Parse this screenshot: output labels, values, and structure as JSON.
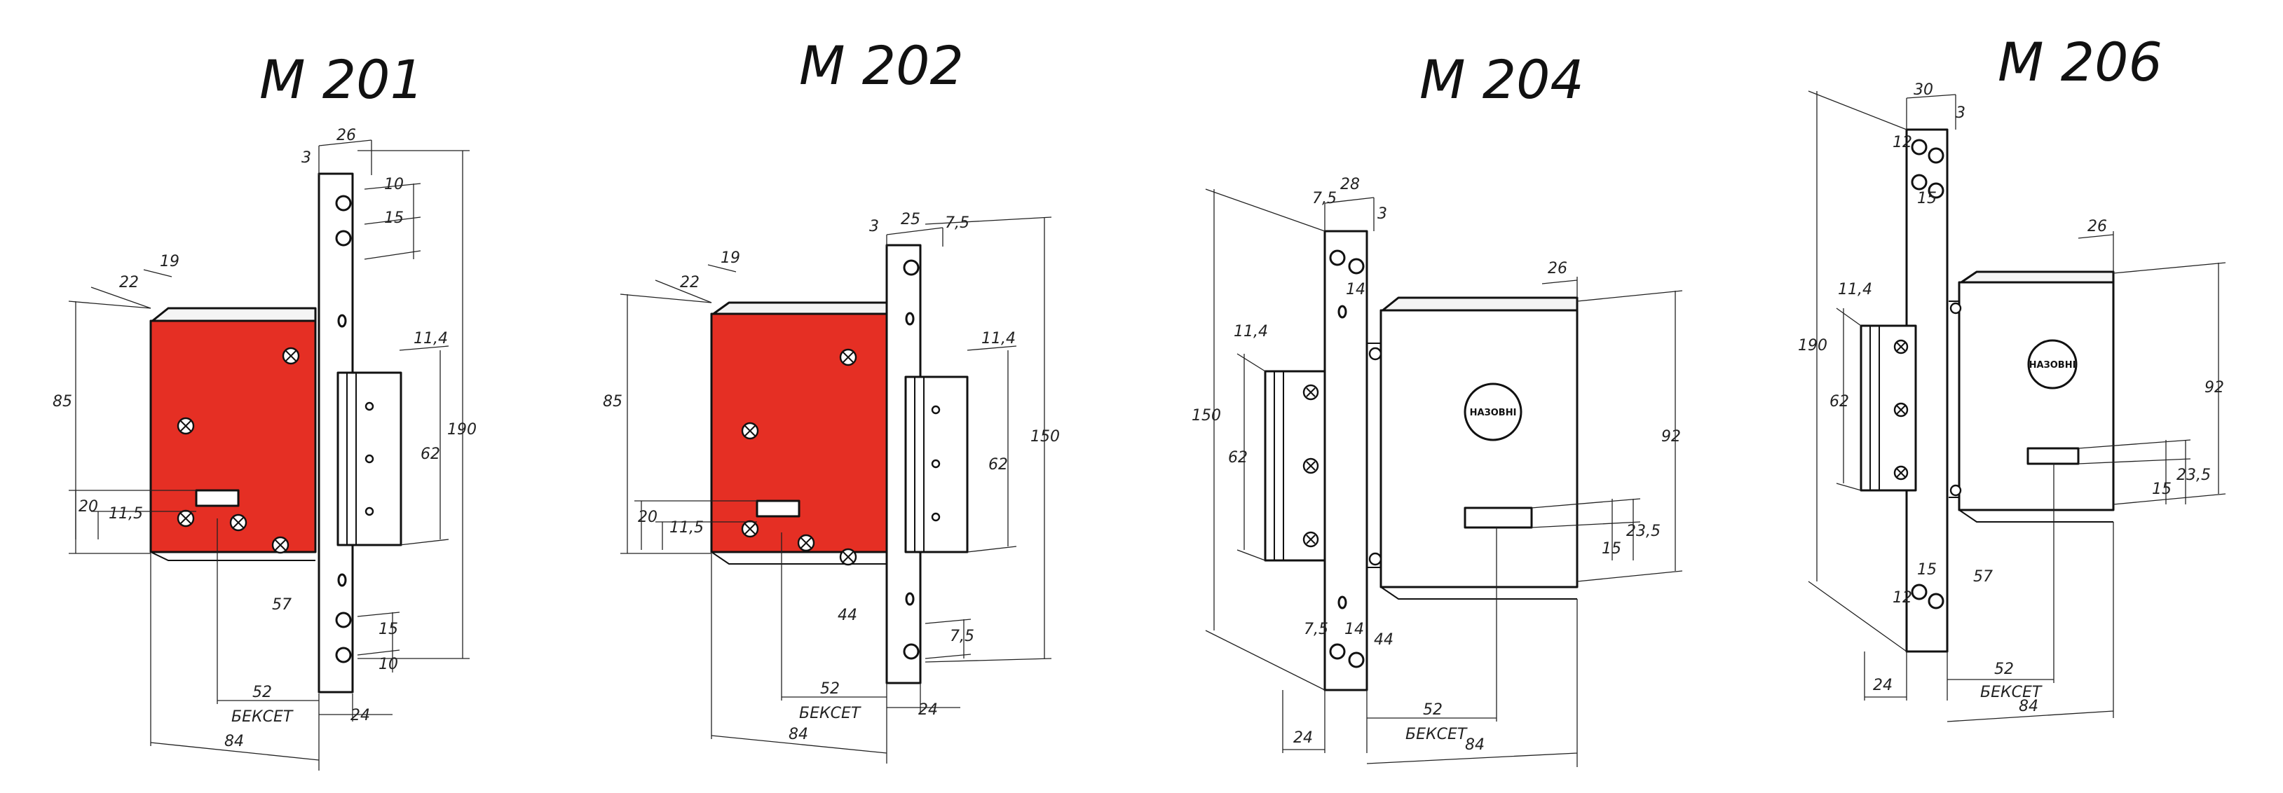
{
  "diagrams": [
    {
      "title": "М 201",
      "dims": {
        "d26": "26",
        "d3": "3",
        "d10a": "10",
        "d15a": "15",
        "d22": "22",
        "d19": "19",
        "d11_4": "11,4",
        "d85": "85",
        "d190": "190",
        "d62": "62",
        "d20": "20",
        "d11_5": "11,5",
        "d57": "57",
        "d15b": "15",
        "d10b": "10",
        "d52": "52",
        "backset": "БЕКСЕТ",
        "d24": "24",
        "d84": "84"
      }
    },
    {
      "title": "М 202",
      "dims": {
        "d25": "25",
        "d3": "3",
        "d7_5a": "7,5",
        "d22": "22",
        "d19": "19",
        "d11_4": "11,4",
        "d85": "85",
        "d150": "150",
        "d62": "62",
        "d20": "20",
        "d11_5": "11,5",
        "d44": "44",
        "d7_5b": "7,5",
        "d52": "52",
        "backset": "БЕКСЕТ",
        "d24": "24",
        "d84": "84"
      }
    },
    {
      "title": "М 204",
      "dims": {
        "d7_5a": "7,5",
        "d28": "28",
        "d3": "3",
        "d14a": "14",
        "d26": "26",
        "d11_4": "11,4",
        "d150": "150",
        "d62": "62",
        "d92": "92",
        "d23_5": "23,5",
        "d15": "15",
        "d7_5b": "7,5",
        "d14b": "14",
        "d44": "44",
        "d52": "52",
        "backset": "БЕКСЕТ",
        "d24": "24",
        "d84": "84"
      },
      "logo": "НАЗОВНІ"
    },
    {
      "title": "М 206",
      "dims": {
        "d30": "30",
        "d3": "3",
        "d12a": "12",
        "d15a": "15",
        "d26": "26",
        "d190": "190",
        "d11_4": "11,4",
        "d62": "62",
        "d92": "92",
        "d23_5": "23,5",
        "d15b": "15",
        "d57": "57",
        "d15c": "15",
        "d12b": "12",
        "d52": "52",
        "backset": "БЕКСЕТ",
        "d24": "24",
        "d84": "84"
      },
      "logo": "НАЗОВНІ"
    }
  ],
  "colors": {
    "body_red": "#e52f24",
    "line": "#111111"
  },
  "icon_names": [
    "screw-icon",
    "mounting-hole-icon",
    "logo-icon"
  ]
}
